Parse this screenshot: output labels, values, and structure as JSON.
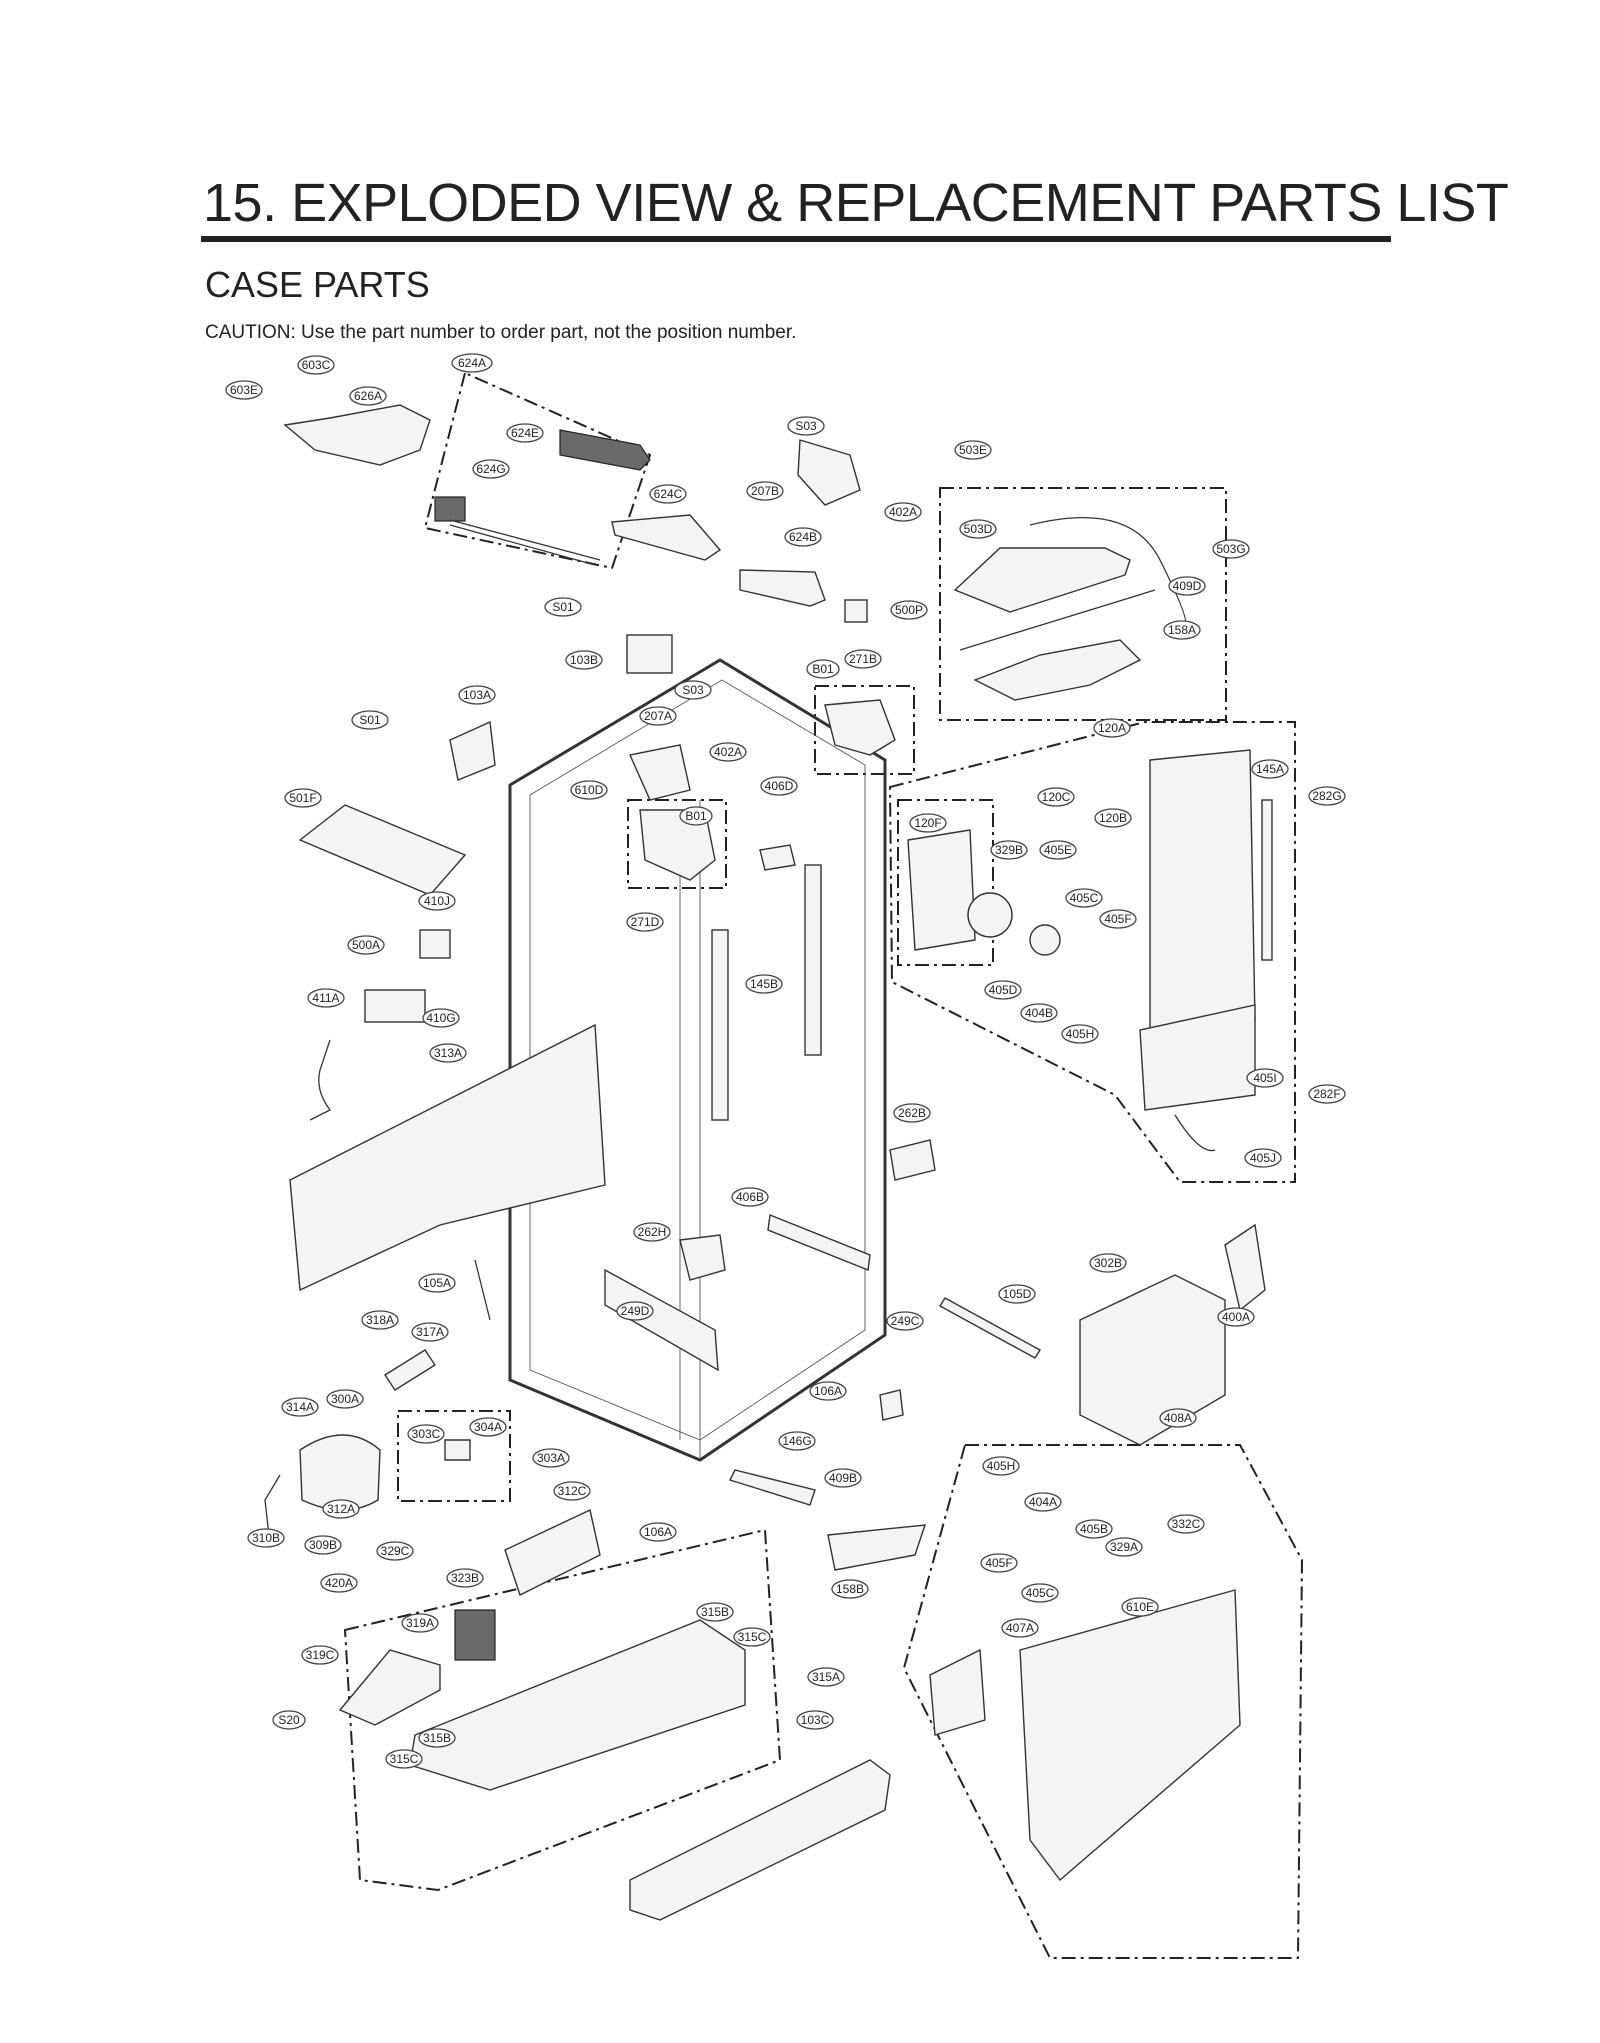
{
  "page": {
    "title": "15. EXPLODED VIEW & REPLACEMENT PARTS LIST",
    "section": "CASE PARTS",
    "caution": "CAUTION: Use the part number to order part, not the position number."
  },
  "part_labels": [
    "603C",
    "603E",
    "624A",
    "626A",
    "624E",
    "624G",
    "S03",
    "207B",
    "402A",
    "624C",
    "624B",
    "500P",
    "503E",
    "503D",
    "503G",
    "409D",
    "158A",
    "S01",
    "103B",
    "B01",
    "271B",
    "S03",
    "207A",
    "402A",
    "103A",
    "S01",
    "501F",
    "610D",
    "B01",
    "406D",
    "271D",
    "410J",
    "500A",
    "411A",
    "410G",
    "313A",
    "145B",
    "120A",
    "145A",
    "282G",
    "120C",
    "120F",
    "120B",
    "329B",
    "405E",
    "405C",
    "405F",
    "405D",
    "404B",
    "405H",
    "405I",
    "282F",
    "405J",
    "262B",
    "406B",
    "262H",
    "105A",
    "318A",
    "317A",
    "249D",
    "249C",
    "105D",
    "302B",
    "400A",
    "408A",
    "106A",
    "314A",
    "300A",
    "304A",
    "303C",
    "303A",
    "146G",
    "409B",
    "312C",
    "312A",
    "106A",
    "310B",
    "309B",
    "329C",
    "420A",
    "323B",
    "319A",
    "158B",
    "405H",
    "404A",
    "405B",
    "329A",
    "405F",
    "405C",
    "332C",
    "610E",
    "319C",
    "315B",
    "315C",
    "315A",
    "407A",
    "S20",
    "103C",
    "315B",
    "315C"
  ]
}
